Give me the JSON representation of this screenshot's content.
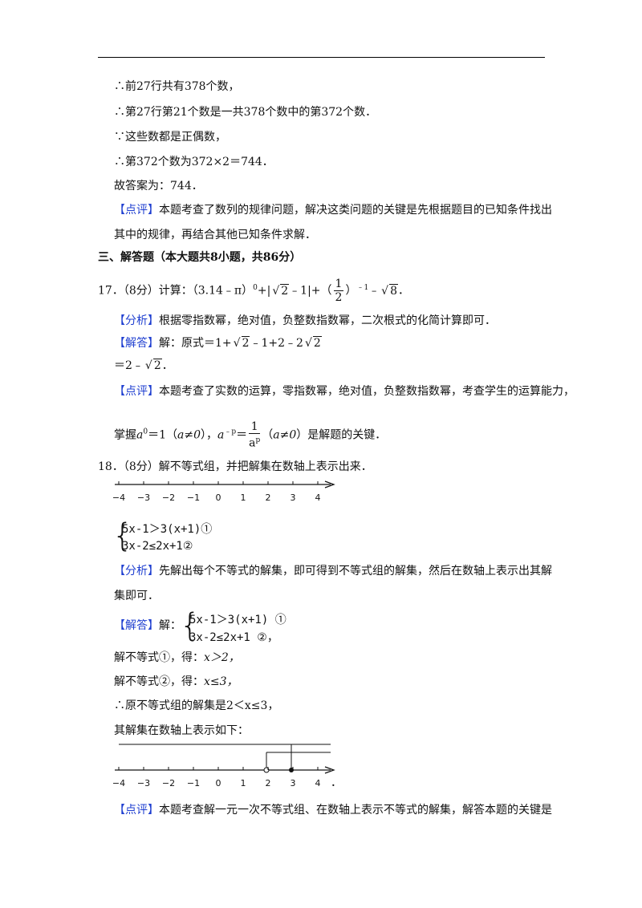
{
  "prev": {
    "l1": "∴前27行共有378个数，",
    "l2": "∴第27行第21个数是一共378个数中的第372个数．",
    "l3": "∵这些数都是正偶数，",
    "l4": "∴第372个数为372×2＝744．",
    "l5": "故答案为：744．",
    "comment_tag": "【点评】",
    "comment_1": "本题考查了数列的规律问题，解决这类问题的关键是先根据题目的已知条件找出",
    "comment_2": "其中的规律，再结合其他已知条件求解．"
  },
  "section": {
    "title": "三、解答题（本大题共8小题，共86分）"
  },
  "q17": {
    "number": "17．",
    "score": "（8分）计算：",
    "expr_a": "（3.14﹣π）",
    "expr_a_sup": "0",
    "expr_b": "+|",
    "sqrt2": "2",
    "expr_c": "﹣1|+（",
    "frac_n": "1",
    "frac_d": "2",
    "expr_d": "）",
    "expr_d_sup": "﹣1",
    "expr_e": "﹣",
    "sqrt8": "8",
    "end": "．",
    "analysis_tag": "【分析】",
    "analysis": "根据零指数幂，绝对值，负整数指数幂，二次根式的化简计算即可．",
    "answer_tag": "【解答】",
    "answer_a": "解：原式＝1+",
    "answer_b": "﹣1+2﹣2",
    "result_a": "＝2﹣",
    "result_end": "．",
    "comment_tag": "【点评】",
    "comment_1": "本题考查了实数的运算，零指数幂，绝对值，负整数指数幂，考查学生的运算能力，",
    "master_a": "掌握",
    "master_var": "a",
    "master_sup0": "0",
    "master_b": "＝1（",
    "master_cond": "a≠0",
    "master_c": "），",
    "master_d": "a",
    "master_sup_p": "﹣p",
    "master_eq": "＝",
    "mfrac_n": "1",
    "mfrac_d": "a",
    "mfrac_d_sup": "p",
    "master_e": "（",
    "master_f": "）是解题的关键．"
  },
  "q18": {
    "number": "18．",
    "prompt": "（8分）解不等式组，并把解集在数轴上表示出来．",
    "axis_ticks": [
      "−4",
      "−3",
      "−2",
      "−1",
      "0",
      "1",
      "2",
      "3",
      "4"
    ],
    "ineq1": "5x-1＞3(x+1)①",
    "ineq2": "3x-2≤2x+1②",
    "analysis_tag": "【分析】",
    "analysis_1": "先解出每个不等式的解集，即可得到不等式组的解集，然后在数轴上表示出其解",
    "analysis_2": "集即可．",
    "answer_tag": "【解答】",
    "answer_lead": "解：",
    "ans_ineq1": "5x-1＞3(x+1) ①",
    "ans_ineq2": "3x-2≤2x+1    ②",
    "ans_end": "，",
    "step1": "解不等式①，得：",
    "step1_res": "x＞2，",
    "step2": "解不等式②，得：",
    "step2_res": "x≤3，",
    "step3": "∴原不等式组的解集是2＜x≤3，",
    "step4": "其解集在数轴上表示如下：",
    "axis2_ticks": [
      "−4",
      "−3",
      "−2",
      "−1",
      "0",
      "1",
      "2",
      "3",
      "4"
    ],
    "axis2_end": "．",
    "comment_tag": "【点评】",
    "comment_1": "本题考查解一元一次不等式组、在数轴上表示不等式的解集，解答本题的关键是"
  }
}
